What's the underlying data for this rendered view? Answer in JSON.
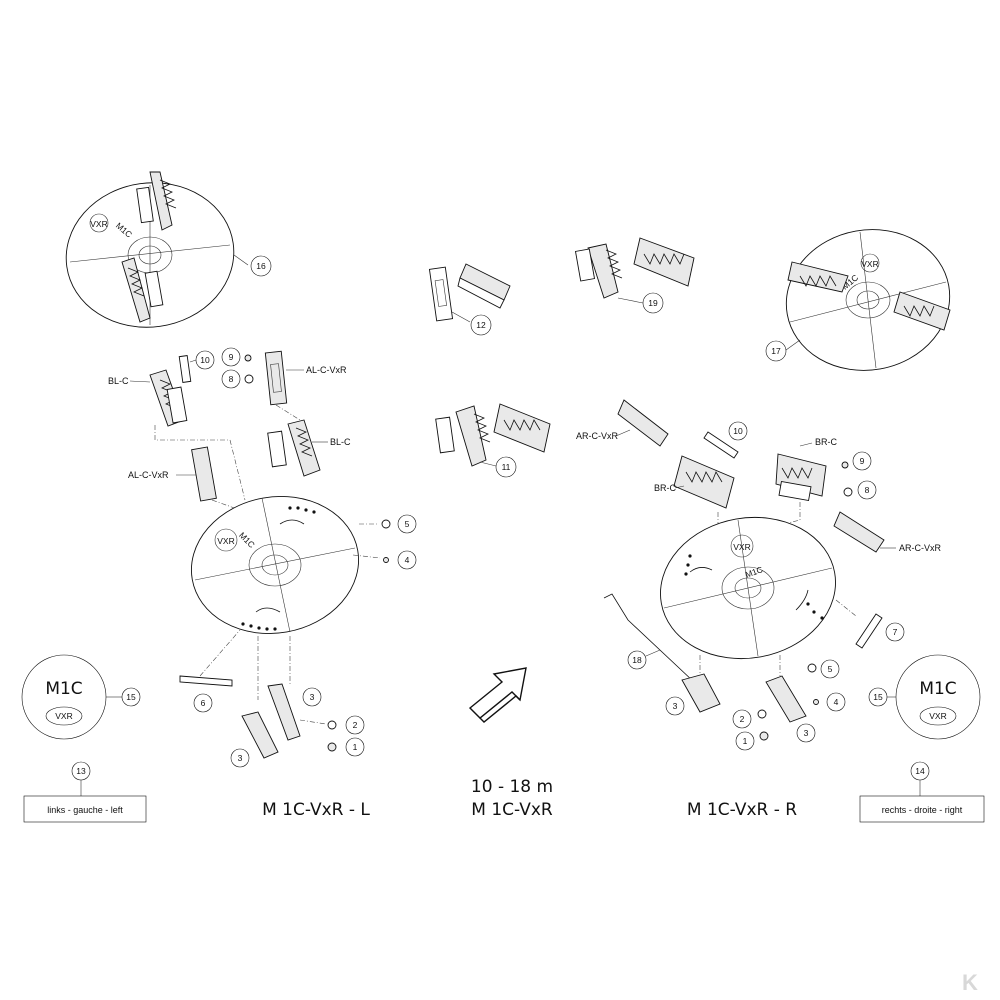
{
  "titles": {
    "center_top": "10 - 18 m",
    "center_bottom": "M 1C-VxR",
    "left": "M 1C-VxR - L",
    "right": "M 1C-VxR - R"
  },
  "badges": {
    "left": {
      "model": "M1C",
      "variant": "VXR",
      "ref": "15"
    },
    "right": {
      "model": "M1C",
      "variant": "VXR",
      "ref": "15"
    }
  },
  "side_labels": {
    "left": {
      "text": "links - gauche - left",
      "ref": "13"
    },
    "right": {
      "text": "rechts - droite - right",
      "ref": "14"
    }
  },
  "part_labels": {
    "bl_c_1": "BL-C",
    "bl_c_2": "BL-C",
    "al_c_vxr_1": "AL-C-VxR",
    "al_c_vxr_2": "AL-C-VxR",
    "ar_c_vxr_1": "AR-C-VxR",
    "ar_c_vxr_2": "AR-C-VxR",
    "br_c_1": "BR-C",
    "br_c_2": "BR-C"
  },
  "disc_marks": {
    "brand": "M1C",
    "variant_left": "VXR",
    "variant_right": "VXR"
  },
  "callouts": {
    "c16": "16",
    "c17": "17",
    "c12": "12",
    "c19": "19",
    "c11": "11",
    "l10": "10",
    "l9": "9",
    "l8": "8",
    "l5": "5",
    "l4": "4",
    "l6": "6",
    "l3a": "3",
    "l3b": "3",
    "l2": "2",
    "l1": "1",
    "r10": "10",
    "r9": "9",
    "r8": "8",
    "r7": "7",
    "r18": "18",
    "r5": "5",
    "r4": "4",
    "r3a": "3",
    "r3b": "3",
    "r2": "2",
    "r1": "1"
  },
  "watermark": "K"
}
